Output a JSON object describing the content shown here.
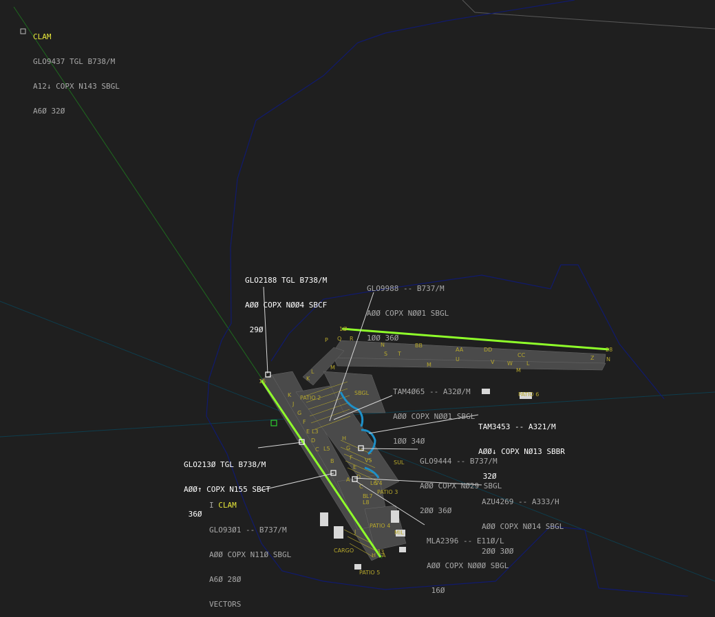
{
  "colors": {
    "background": "#1f1f1f",
    "boundary": "#101a6e",
    "runway_edge": "#8fff2a",
    "taxiway": "#4a4a4a",
    "label_grey": "#a9a9a9",
    "clam_yellow": "#e8e83a",
    "airport_text": "#b8a92c",
    "stand_blue": "#1e90c8"
  },
  "icons": {
    "target_symbol": "square-target-icon",
    "reference_point": "green-square-icon"
  },
  "labels": {
    "clam_top": {
      "alert": "CLAM",
      "line1": "GLO9437 TGL B738/M",
      "line2": "A12↓ COPX N143 SBGL",
      "line3": "A6Ø 32Ø"
    },
    "glo2188": {
      "line1": "GLO2188 TGL B738/M",
      "line2": "AØØ COPX NØØ4 SBCF",
      "line3": " 29Ø"
    },
    "glo9988": {
      "line1": "GLO9988 -- B737/M",
      "line2": "AØØ COPX NØØ1 SBGL",
      "line3": "1ØØ 36Ø"
    },
    "tam4065": {
      "line1": "TAM4Ø65 -- A32Ø/M",
      "line2": "AØØ COPX NØØ1 SBGL",
      "line3": "1ØØ 34Ø"
    },
    "tam3453": {
      "line1": "TAM3453 -- A321/M",
      "line2": "AØØ↓ COPX NØ13 SBBR",
      "line3": " 32Ø"
    },
    "glo2130": {
      "line1": "GLO213Ø TGL B738/M",
      "line2": "AØØ↑ COPX N155 SBCT",
      "line3": " 36Ø"
    },
    "glo9444": {
      "line1": "GLO9444 -- B737/M",
      "line2": "AØØ COPX NØ29 SBGL",
      "line3": "2ØØ 36Ø"
    },
    "glo9301": {
      "prefix": "I ",
      "alert": "CLAM",
      "line1": "GLO93Ø1 -- B737/M",
      "line2": "AØØ COPX N11Ø SBGL",
      "line3": "A6Ø 28Ø",
      "line4": "VECTORS"
    },
    "azu4269": {
      "line1": "AZU4269 -- A333/H",
      "line2": "AØØ COPX NØ14 SBGL",
      "line3": "2ØØ 3ØØ"
    },
    "mla2396": {
      "line1": "MLA2396 -- E11Ø/L",
      "line2": "AØØ COPX NØØØ SBGL",
      "line3": " 16Ø"
    }
  },
  "airport": {
    "rwy_ids": [
      "1Ø",
      "28",
      "15",
      "33"
    ],
    "taxiway_letters": [
      "P",
      "Q",
      "R",
      "N",
      "S",
      "T",
      "M",
      "BB",
      "AA",
      "DD",
      "CC",
      "U",
      "V",
      "W",
      "L",
      "Z",
      "N",
      "M",
      "L",
      "K",
      "J",
      "G",
      "F",
      "E",
      "D",
      "C",
      "B",
      "A",
      "L3",
      "M",
      "K",
      "J",
      "H",
      "L5",
      "V5",
      "V4",
      "H",
      "G",
      "F",
      "E",
      "D",
      "C",
      "B",
      "L6",
      "L7",
      "L8",
      "A"
    ],
    "areas": [
      "SBGL",
      "PATIO 6",
      "PATIO 3",
      "SUL",
      "PATIO 5",
      "MIL",
      "CARGO",
      "PATIO 4",
      "PATIO 2"
    ]
  }
}
